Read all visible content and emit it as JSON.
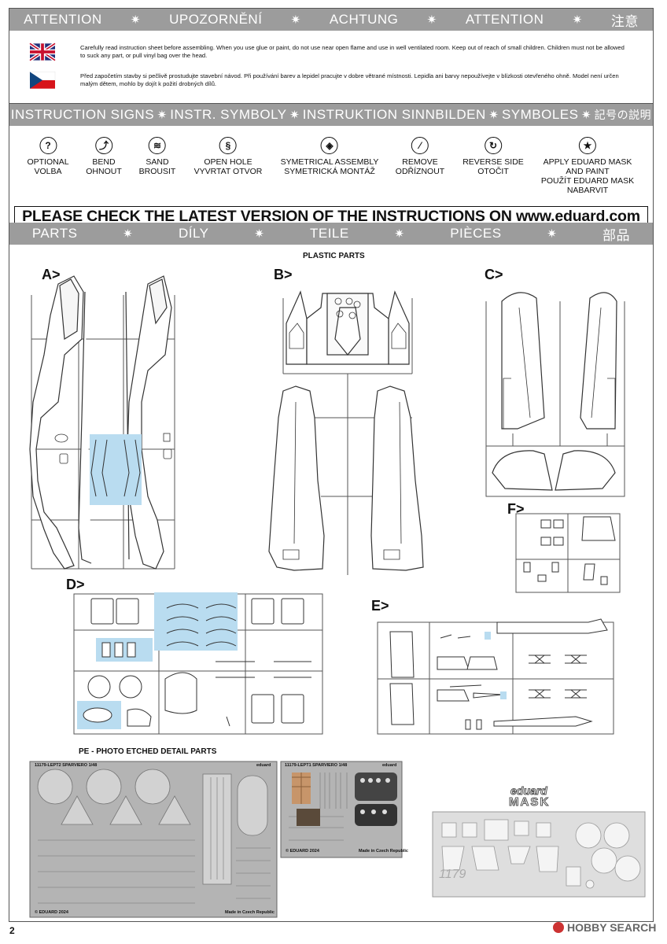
{
  "attention_bar": [
    "ATTENTION",
    "UPOZORNĚNÍ",
    "ACHTUNG",
    "ATTENTION",
    "注意"
  ],
  "warnings": {
    "en": "Carefully read instruction sheet before assembling. When you use glue or paint, do not use near open flame and use in well ventilated room. Keep out of reach of small children. Children must not be allowed to suck any part, or pull vinyl bag over the head.",
    "cz": "Před započetím stavby si pečlivě prostudujte stavební návod. Při používání barev a lepidel pracujte v dobre větrané místnosti. Lepidla ani barvy nepoužívejte v blízkosti otevřeného ohně. Model není určen malým dětem, mohlo by dojít k požití drobných dílů."
  },
  "signs_bar": [
    "INSTRUCTION SIGNS",
    "INSTR. SYMBOLY",
    "INSTRUKTION SINNBILDEN",
    "SYMBOLES",
    "記号の説明"
  ],
  "signs": [
    {
      "icon": "question-icon",
      "glyph": "?",
      "line1": "OPTIONAL",
      "line2": "VOLBA",
      "line3": "",
      "line4": ""
    },
    {
      "icon": "bend-icon",
      "glyph": "⤴",
      "line1": "BEND",
      "line2": "OHNOUT",
      "line3": "",
      "line4": ""
    },
    {
      "icon": "sand-icon",
      "glyph": "≋",
      "line1": "SAND",
      "line2": "BROUSIT",
      "line3": "",
      "line4": ""
    },
    {
      "icon": "drill-icon",
      "glyph": "§",
      "line1": "OPEN HOLE",
      "line2": "VYVRTAT OTVOR",
      "line3": "",
      "line4": ""
    },
    {
      "icon": "symmetric-icon",
      "glyph": "◈",
      "line1": "SYMETRICAL ASSEMBLY",
      "line2": "SYMETRICKÁ MONTÁŽ",
      "line3": "",
      "line4": ""
    },
    {
      "icon": "cut-icon",
      "glyph": "⁄",
      "line1": "REMOVE",
      "line2": "ODŘÍZNOUT",
      "line3": "",
      "line4": ""
    },
    {
      "icon": "reverse-icon",
      "glyph": "↻",
      "line1": "REVERSE SIDE",
      "line2": "OTOČIT",
      "line3": "",
      "line4": ""
    },
    {
      "icon": "mask-icon",
      "glyph": "★",
      "line1": "APPLY EDUARD MASK",
      "line2": "AND PAINT",
      "line3": "POUŽÍT EDUARD MASK",
      "line4": "NABARVIT"
    }
  ],
  "check_notice": "PLEASE CHECK THE LATEST VERSION OF THE INSTRUCTIONS ON www.eduard.com",
  "parts_bar": [
    "PARTS",
    "DÍLY",
    "TEILE",
    "PIÈCES",
    "部品"
  ],
  "plastic_parts_title": "PLASTIC PARTS",
  "sprue_labels": {
    "a": "A>",
    "b": "B>",
    "c": "C>",
    "d": "D>",
    "e": "E>",
    "f": "F>"
  },
  "pe_title": "PE - PHOTO ETCHED DETAIL PARTS",
  "pe_fret_1": {
    "code": "11179-LEPT2",
    "name": "SPARVIERO",
    "scale": "1/48",
    "brand": "eduard",
    "copyright": "© EDUARD 2024",
    "made_in": "Made in Czech Republic"
  },
  "pe_fret_2": {
    "code": "11179-LEPT1",
    "name": "SPARVIERO",
    "scale": "1/48",
    "brand": "eduard",
    "copyright": "© EDUARD 2024",
    "made_in": "Made in Czech Republic"
  },
  "mask": {
    "brand": "eduard",
    "label": "MASK",
    "number": "1179"
  },
  "page_number": "2",
  "watermark": "HOBBY SEARCH",
  "colors": {
    "bar": "#9c9c9c",
    "highlight": "#b9dcf0",
    "pe": "#b4b4b4",
    "mask": "#dedede"
  }
}
